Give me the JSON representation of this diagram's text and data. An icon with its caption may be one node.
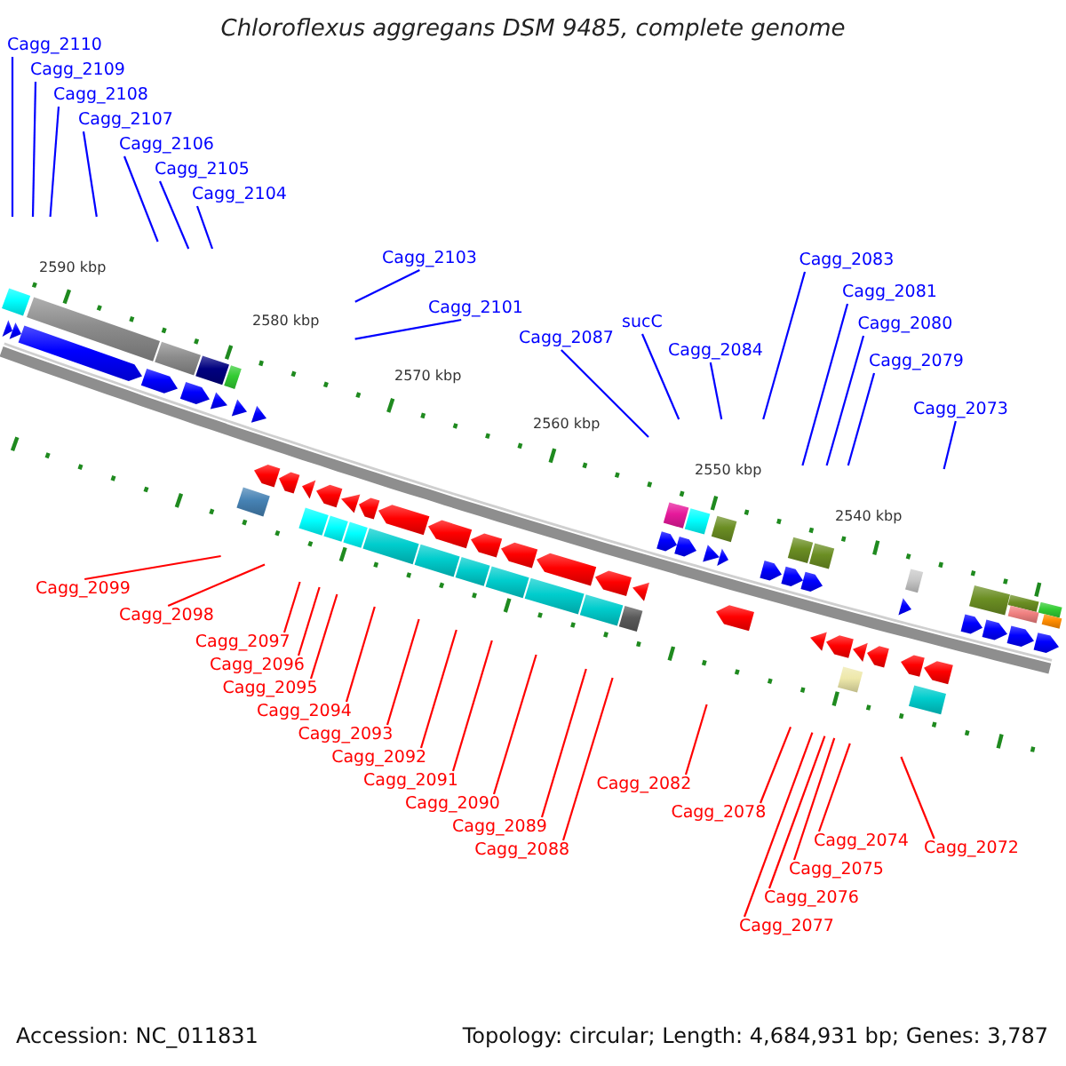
{
  "diagram": {
    "title": "Chloroflexus aggregans DSM 9485, complete genome",
    "nodes": [
      {
        "text": [
          "Cagg_2110"
        ]
      },
      {
        "text": [
          "Cagg_2109"
        ]
      },
      {
        "text": [
          "Cagg_2108"
        ]
      },
      {
        "text": [
          "Cagg_2107"
        ]
      },
      {
        "text": [
          "Cagg_2106"
        ]
      },
      {
        "text": [
          "Cagg_2105"
        ]
      },
      {
        "text": [
          "Cagg_2104"
        ]
      },
      {
        "text": [
          "Cagg_2103"
        ]
      },
      {
        "text": [
          "Cagg_2101"
        ]
      },
      {
        "text": [
          "Cagg_2087"
        ]
      },
      {
        "text": [
          "sucC"
        ]
      },
      {
        "text": [
          "Cagg_2084"
        ]
      },
      {
        "text": [
          "Cagg_2083"
        ]
      },
      {
        "text": [
          "Cagg_2081"
        ]
      },
      {
        "text": [
          "Cagg_2080"
        ]
      },
      {
        "text": [
          "Cagg_2079"
        ]
      },
      {
        "text": [
          "Cagg_2073"
        ]
      },
      {
        "text": [
          "Cagg_2099"
        ]
      },
      {
        "text": [
          "Cagg_2098"
        ]
      },
      {
        "text": [
          "Cagg_2097"
        ]
      },
      {
        "text": [
          "Cagg_2096"
        ]
      },
      {
        "text": [
          "Cagg_2095"
        ]
      },
      {
        "text": [
          "Cagg_2094"
        ]
      },
      {
        "text": [
          "Cagg_2093"
        ]
      },
      {
        "text": [
          "Cagg_2092"
        ]
      },
      {
        "text": [
          "Cagg_2091"
        ]
      },
      {
        "text": [
          "Cagg_2090"
        ]
      },
      {
        "text": [
          "Cagg_2089"
        ]
      },
      {
        "text": [
          "Cagg_2088"
        ]
      },
      {
        "text": [
          "Cagg_2082"
        ]
      },
      {
        "text": [
          "Cagg_2078"
        ]
      },
      {
        "text": [
          "Cagg_2077"
        ]
      },
      {
        "text": [
          "Cagg_2076"
        ]
      },
      {
        "text": [
          "Cagg_2075"
        ]
      },
      {
        "text": [
          "Cagg_2074"
        ]
      },
      {
        "text": [
          "Cagg_2072"
        ]
      }
    ],
    "edges": [
      {
        "from": 0,
        "to": null,
        "arrow": "none",
        "color": "#0000ff"
      },
      {
        "from": 1,
        "to": null,
        "arrow": "none",
        "color": "#0000ff"
      },
      {
        "from": 2,
        "to": null,
        "arrow": "none",
        "color": "#0000ff"
      },
      {
        "from": 3,
        "to": null,
        "arrow": "none",
        "color": "#0000ff"
      },
      {
        "from": 4,
        "to": null,
        "arrow": "none",
        "color": "#0000ff"
      },
      {
        "from": 5,
        "to": null,
        "arrow": "none",
        "color": "#0000ff"
      },
      {
        "from": 6,
        "to": null,
        "arrow": "none",
        "color": "#0000ff"
      },
      {
        "from": 7,
        "to": null,
        "arrow": "none",
        "color": "#0000ff"
      },
      {
        "from": 8,
        "to": null,
        "arrow": "none",
        "color": "#0000ff"
      },
      {
        "from": 9,
        "to": null,
        "arrow": "none",
        "color": "#0000ff"
      },
      {
        "from": 10,
        "to": null,
        "arrow": "none",
        "color": "#0000ff"
      },
      {
        "from": 11,
        "to": null,
        "arrow": "none",
        "color": "#0000ff"
      },
      {
        "from": 12,
        "to": null,
        "arrow": "none",
        "color": "#0000ff"
      },
      {
        "from": 13,
        "to": null,
        "arrow": "none",
        "color": "#0000ff"
      },
      {
        "from": 14,
        "to": null,
        "arrow": "none",
        "color": "#0000ff"
      },
      {
        "from": 15,
        "to": null,
        "arrow": "none",
        "color": "#0000ff"
      },
      {
        "from": 16,
        "to": null,
        "arrow": "none",
        "color": "#0000ff"
      },
      {
        "from": 17,
        "to": null,
        "arrow": "none"
      },
      {
        "from": 18,
        "to": null,
        "arrow": "none"
      },
      {
        "from": 19,
        "to": null,
        "arrow": "none"
      },
      {
        "from": 20,
        "to": null,
        "arrow": "none"
      },
      {
        "from": 21,
        "to": null,
        "arrow": "none"
      },
      {
        "from": 22,
        "to": null,
        "arrow": "none"
      },
      {
        "from": 23,
        "to": null,
        "arrow": "none"
      },
      {
        "from": 24,
        "to": null,
        "arrow": "none"
      },
      {
        "from": 25,
        "to": null,
        "arrow": "none"
      },
      {
        "from": 26,
        "to": null,
        "arrow": "none"
      },
      {
        "from": 27,
        "to": null,
        "arrow": "none"
      },
      {
        "from": 28,
        "to": null,
        "arrow": "none"
      },
      {
        "from": 29,
        "to": null,
        "arrow": "none"
      },
      {
        "from": 30,
        "to": null,
        "arrow": "none"
      },
      {
        "from": 31,
        "to": null,
        "arrow": "none"
      },
      {
        "from": 32,
        "to": null,
        "arrow": "none"
      },
      {
        "from": 33,
        "to": null,
        "arrow": "none"
      },
      {
        "from": 34,
        "to": null,
        "arrow": "none"
      },
      {
        "from": 35,
        "to": null,
        "arrow": "none"
      }
    ],
    "labels": [
      "2590 kbp",
      "2580 kbp",
      "2570 kbp",
      "2560 kbp",
      "2550 kbp",
      "2540 kbp",
      "Accession: NC_011831",
      "Topology: circular; Length: 4,684,931 bp; Genes: 3,787"
    ]
  }
}
